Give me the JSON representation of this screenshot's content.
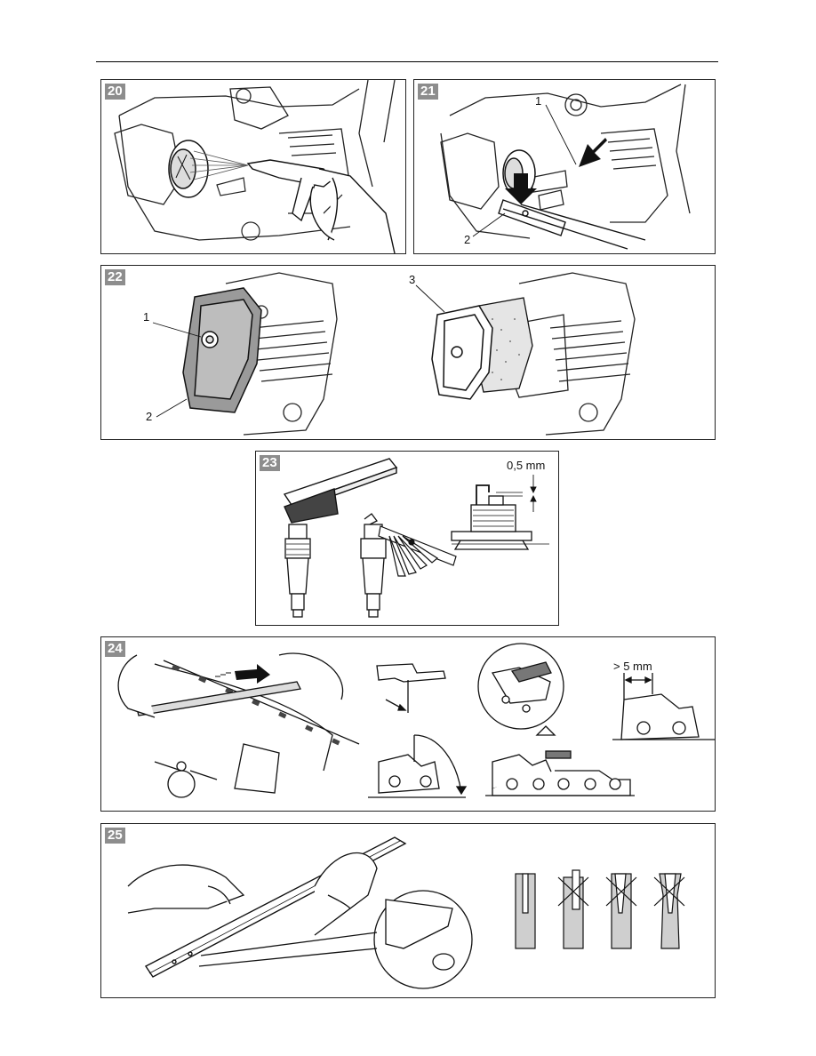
{
  "figures": [
    {
      "number": "20"
    },
    {
      "number": "21",
      "callouts": [
        "1",
        "2"
      ]
    },
    {
      "number": "22",
      "callouts": [
        "1",
        "2",
        "3"
      ]
    },
    {
      "number": "23",
      "measure": "0,5 mm"
    },
    {
      "number": "24",
      "measure": "> 5 mm"
    },
    {
      "number": "25"
    }
  ]
}
